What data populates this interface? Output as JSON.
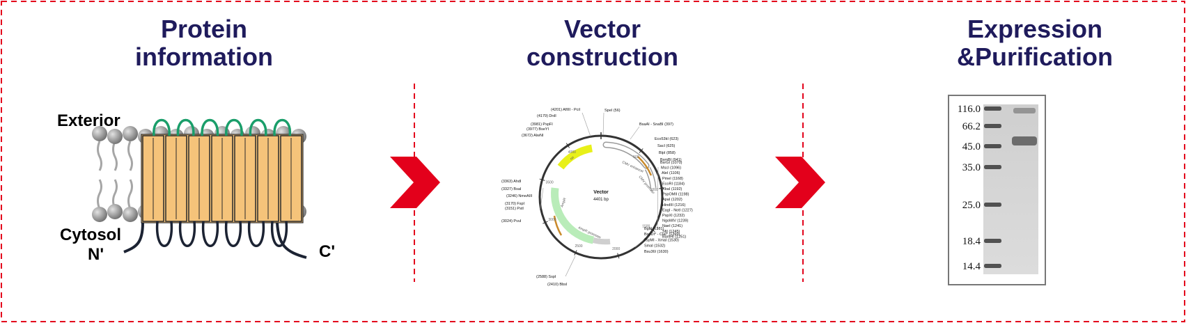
{
  "colors": {
    "accent_red": "#e3001b",
    "heading_navy": "#1f1b5c",
    "membrane_gray": "#8c8c8c",
    "helix_orange": "#f5c37a",
    "loop_green": "#1a9e6a",
    "loop_dark": "#1c2333"
  },
  "panels": [
    {
      "title_line1": "Protein",
      "title_line2": "information"
    },
    {
      "title_line1": "Vector",
      "title_line2": "construction"
    },
    {
      "title_line1": "Expression",
      "title_line2": "&Purification"
    }
  ],
  "membrane": {
    "exterior_label": "Exterior",
    "cytosol_label": "Cytosol",
    "n_term_label": "N'",
    "c_term_label": "C'",
    "helix_count": 7
  },
  "plasmid": {
    "name": "Vector",
    "size_label": "4401 bp",
    "feature_labels": [
      "CMV enhancer",
      "CMV promoter",
      "AmpR",
      "AmpR promoter",
      "ori"
    ],
    "scale_marks": [
      "500",
      "1000",
      "1500",
      "2000",
      "2500",
      "3000",
      "3500",
      "4000"
    ],
    "sites_right": [
      "BsaAI - SnaBI (397)",
      "Eco53kI (623)",
      "SacI (625)",
      "BlpI (858)",
      "BsmBI (941)",
      "BsrGI (1070)",
      "MscI (1096)",
      "AleI (1106)",
      "PmeI (1168)",
      "EcoRI (1184)",
      "XbaI (1192)",
      "PspOMII (1198)",
      "ApaI (1202)",
      "HindIII (1216)",
      "EagI - NotI (1227)",
      "PspXI (1232)",
      "NgoMIV (1239)",
      "NaeI (1241)",
      "SfiI (1245)",
      "BamHI (1251)",
      "BglII (1381)",
      "BspDI* - ClaI* (1399)",
      "TspMI - XmaI (1530)",
      "SmaI (1532)",
      "Bsu36I (1630)"
    ],
    "sites_top": [
      "(4201) AflIII - PciI",
      "(4179) DrdI",
      "(3981) PspFI",
      "(3977) BseYI",
      "(3672) AlwNI",
      "SpeI (56)"
    ],
    "sites_left": [
      "(3363) AhdI",
      "(3327) BsaI",
      "(3246) NmeAIII",
      "(3170) FspI",
      "(3151) PstI",
      "(3024) PvuI",
      "(2588) SspI",
      "(2410) BbsI"
    ]
  },
  "gel": {
    "ladder_labels": [
      "116.0",
      "66.2",
      "45.0",
      "35.0",
      "25.0",
      "18.4",
      "14.4"
    ]
  }
}
